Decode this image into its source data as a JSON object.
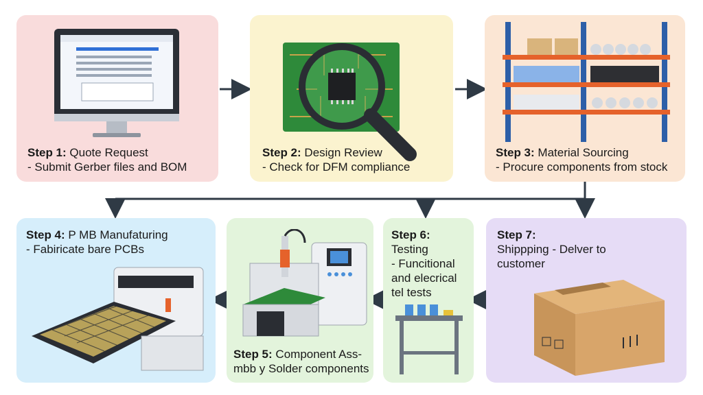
{
  "steps": [
    {
      "label": "Step 1:",
      "title": "Quote Request",
      "desc": "- Submit Gerber files and BOM"
    },
    {
      "label": "Step 2:",
      "title": "Design Review",
      "desc": "- Check for DFM compliance"
    },
    {
      "label": "Step 3:",
      "title": "Material Sourcing",
      "desc": "- Procure components from stock"
    },
    {
      "label": "Step 4:",
      "title": "P MB Manufaturing",
      "desc": "- Fabiricate bare PCBs"
    },
    {
      "label": "Step 5:",
      "title": "Component Ass-",
      "desc": "mbb y Solder components"
    },
    {
      "label": "Step 6:",
      "title": "Testing",
      "desc": "- Funcitional\nand elecrical\ntel tests"
    },
    {
      "label": "Step 7:",
      "title": "Shippping - Delver to\ncustomer",
      "desc": ""
    }
  ],
  "colors": {
    "step1": "#f9dcdc",
    "step2": "#fbf3cf",
    "step3": "#fbe6d4",
    "step4": "#d6eefb",
    "step5": "#e3f4dc",
    "step6": "#e3f4dc",
    "step7": "#e6dcf6",
    "arrow": "#2f3a45"
  },
  "icons": [
    "monitor-icon",
    "magnifier-pcb-icon",
    "warehouse-shelf-icon",
    "pcb-machine-icon",
    "assembly-machine-icon",
    "test-bench-icon",
    "shipping-box-icon"
  ]
}
